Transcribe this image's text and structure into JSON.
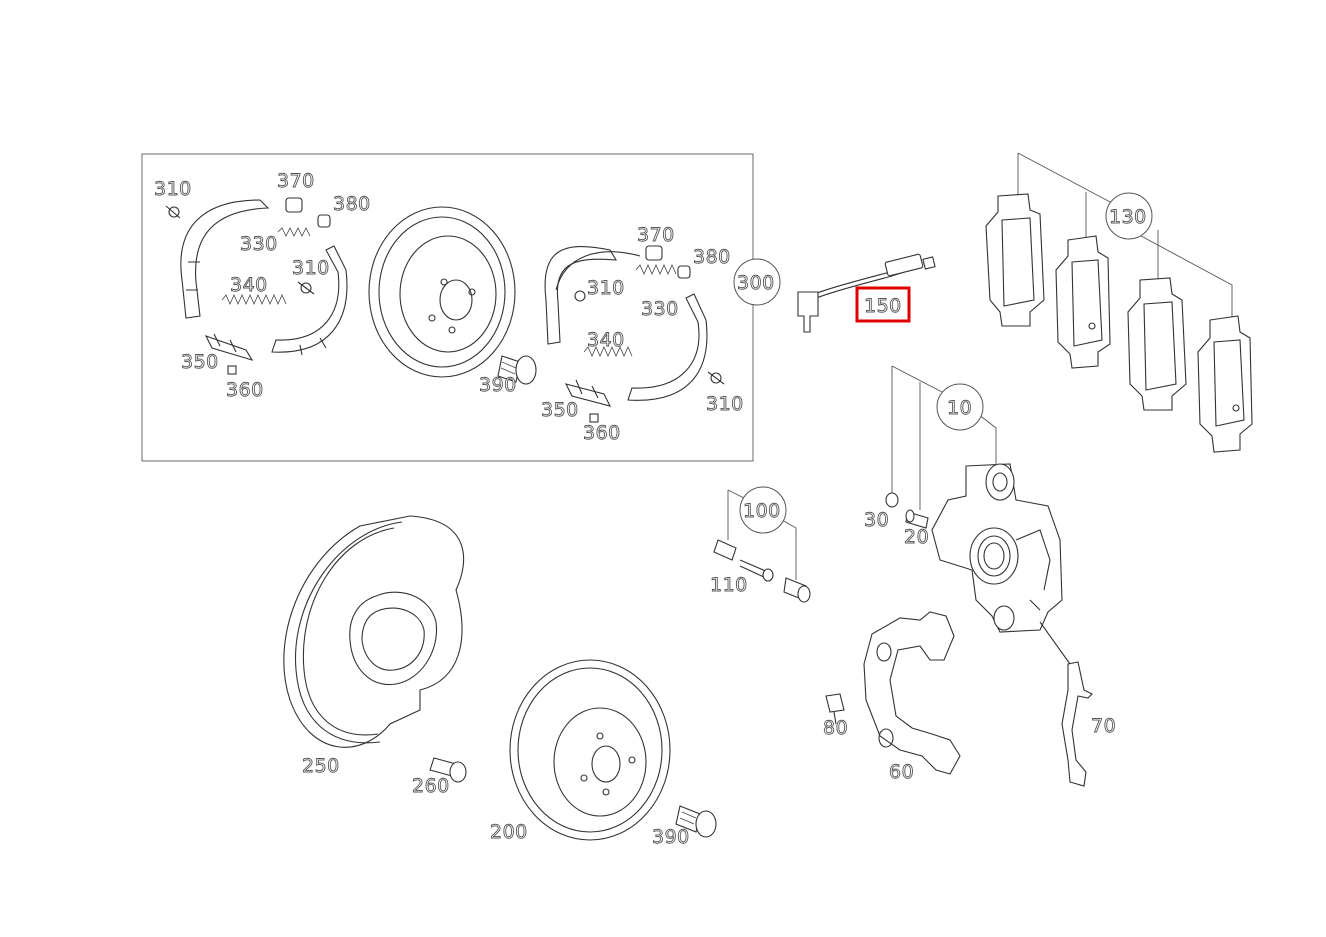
{
  "labels": {
    "l310a": "310",
    "l370a": "370",
    "l380a": "380",
    "l330a": "330",
    "l310b": "310",
    "l340a": "340",
    "l350a": "350",
    "l360a": "360",
    "l390a": "390",
    "l370b": "370",
    "l380b": "380",
    "l310c": "310",
    "l330b": "330",
    "l340b": "340",
    "l350b": "350",
    "l360b": "360",
    "l310d": "310",
    "l300": "300",
    "l150": "150",
    "l130": "130",
    "l10": "10",
    "l30": "30",
    "l20": "20",
    "l100": "100",
    "l110": "110",
    "l70": "70",
    "l80": "80",
    "l60": "60",
    "l250": "250",
    "l260": "260",
    "l200": "200",
    "l390b": "390"
  },
  "highlight": {
    "part": "150",
    "color": "#e00000"
  }
}
